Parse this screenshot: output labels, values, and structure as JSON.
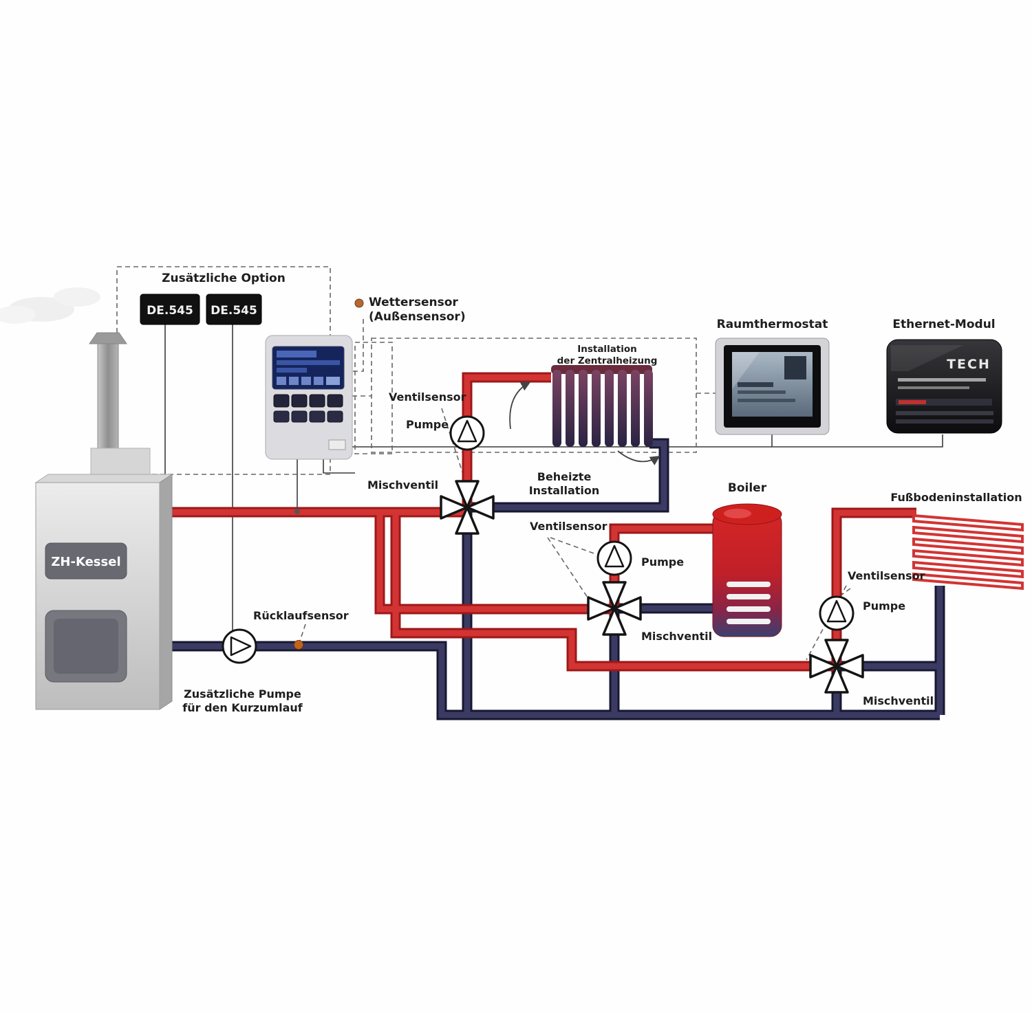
{
  "labels": {
    "zusatzliche_option": "Zusätzliche Option",
    "de545_a": "DE.545",
    "de545_b": "DE.545",
    "wettersensor_line1": "Wettersensor",
    "wettersensor_line2": "(Außensensor)",
    "ventilsensor_1": "Ventilsensor",
    "pumpe_1": "Pumpe",
    "mischventil_1": "Mischventil",
    "installation_line1": "Installation",
    "installation_line2": "der Zentralheizung",
    "beheizte_line1": "Beheizte",
    "beheizte_line2": "Installation",
    "raumthermostat": "Raumthermostat",
    "ethernet_modul": "Ethernet-Modul",
    "ethernet_brand": "TECH",
    "boiler": "Boiler",
    "fussbodeninstallation": "Fußbodeninstallation",
    "ventilsensor_2": "Ventilsensor",
    "pumpe_2": "Pumpe",
    "mischventil_2": "Mischventil",
    "ventilsensor_3": "Ventilsensor",
    "pumpe_3": "Pumpe",
    "mischventil_3": "Mischventil",
    "rucklaufsensor": "Rücklaufsensor",
    "zh_kessel": "ZH-Kessel",
    "zusatzliche_pumpe_line1": "Zusätzliche Pumpe",
    "zusatzliche_pumpe_line2": "für den Kurzumlauf"
  },
  "colors": {
    "supply_pipe": "#d23434",
    "supply_pipe_dark": "#9e1818",
    "return_pipe": "#3a3a63",
    "return_pipe_dark": "#181832",
    "tank_red": "#cf2020",
    "controller_screen": "#15255c"
  }
}
